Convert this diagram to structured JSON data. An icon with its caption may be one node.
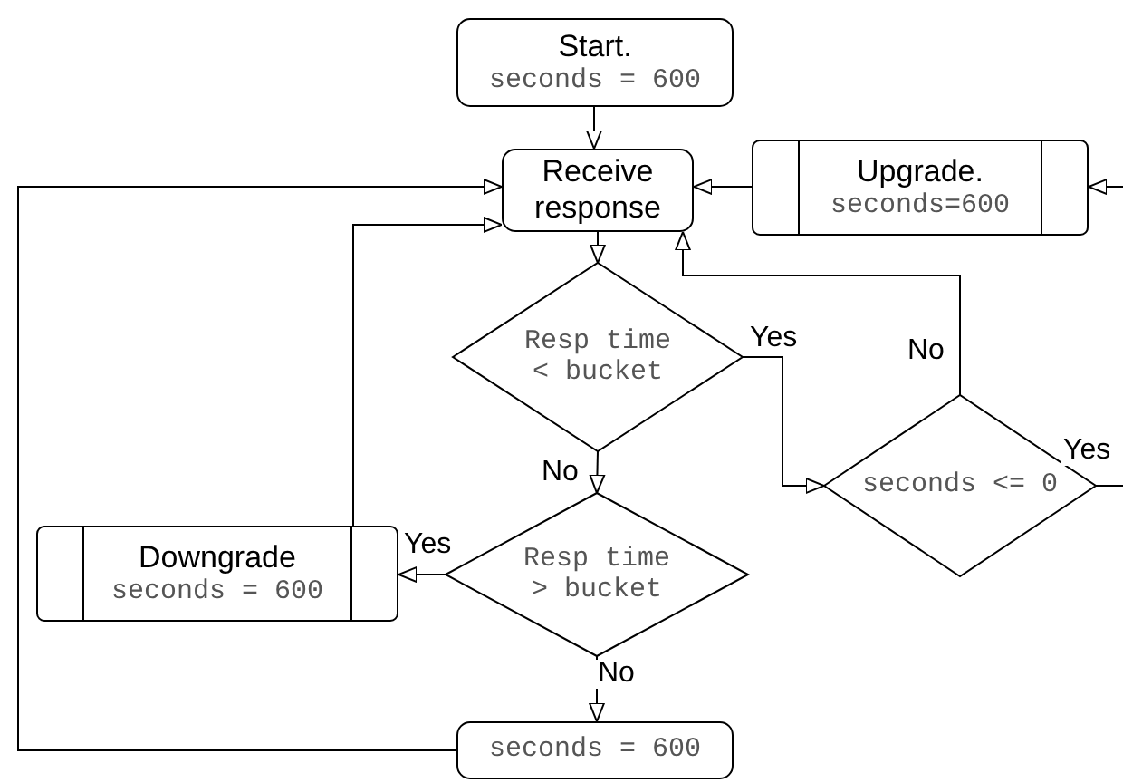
{
  "diagram": {
    "nodes": [
      {
        "text": [
          "Start.",
          "seconds = 600"
        ]
      },
      {
        "text": [
          "Receive response"
        ]
      },
      {
        "text": [
          "Upgrade.",
          "seconds=600"
        ]
      },
      {
        "text": [
          "Resp time < bucket"
        ]
      },
      {
        "text": [
          "seconds <= 0"
        ]
      },
      {
        "text": [
          "Downgrade",
          "seconds = 600"
        ]
      },
      {
        "text": [
          "Resp time > bucket"
        ]
      },
      {
        "text": [
          "seconds = 600"
        ]
      }
    ],
    "edges": [
      {
        "from": 0,
        "to": 1,
        "arrow": "to"
      },
      {
        "from": 1,
        "to": 3,
        "arrow": "to"
      },
      {
        "from": 3,
        "to": 4,
        "arrow": "to",
        "label": "Yes"
      },
      {
        "from": 3,
        "to": 6,
        "arrow": "to",
        "label": "No"
      },
      {
        "from": 6,
        "to": 5,
        "arrow": "to",
        "label": "Yes"
      },
      {
        "from": 6,
        "to": 7,
        "arrow": "to",
        "label": "No"
      },
      {
        "from": 4,
        "to": 1,
        "arrow": "to",
        "label": "No"
      },
      {
        "from": 4,
        "to": null,
        "arrow": "none",
        "label": "Yes"
      },
      {
        "from": null,
        "to": 2,
        "arrow": "to"
      },
      {
        "from": 2,
        "to": 1,
        "arrow": "to"
      },
      {
        "from": 5,
        "to": 1,
        "arrow": "to"
      },
      {
        "from": 7,
        "to": 1,
        "arrow": "to"
      }
    ]
  }
}
